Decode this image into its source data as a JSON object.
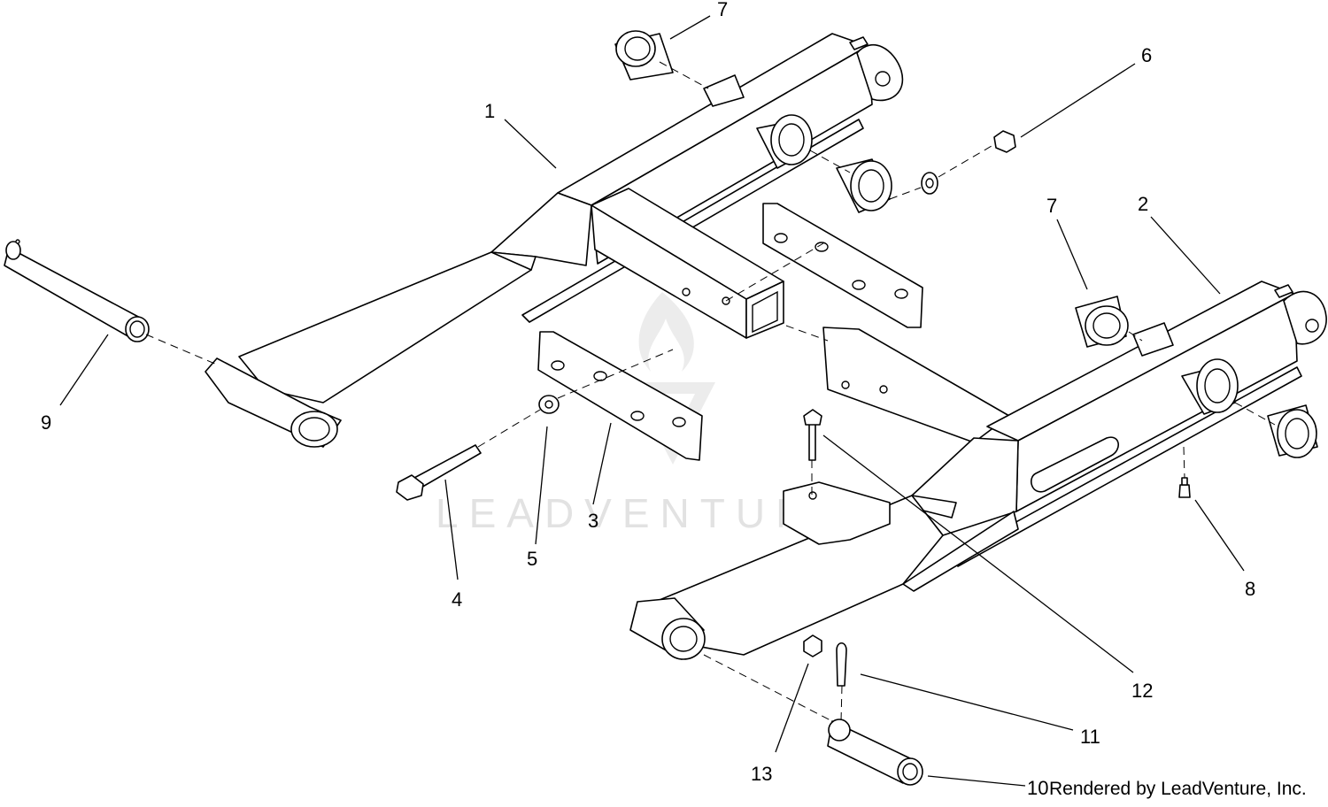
{
  "diagram": {
    "callouts": [
      {
        "id": "c1",
        "label": "1"
      },
      {
        "id": "c2",
        "label": "2"
      },
      {
        "id": "c3",
        "label": "3"
      },
      {
        "id": "c4",
        "label": "4"
      },
      {
        "id": "c5",
        "label": "5"
      },
      {
        "id": "c6",
        "label": "6"
      },
      {
        "id": "c7a",
        "label": "7"
      },
      {
        "id": "c7b",
        "label": "7"
      },
      {
        "id": "c8",
        "label": "8"
      },
      {
        "id": "c9",
        "label": "9"
      },
      {
        "id": "c10",
        "label": "10"
      },
      {
        "id": "c11",
        "label": "11"
      },
      {
        "id": "c12",
        "label": "12"
      },
      {
        "id": "c13",
        "label": "13"
      }
    ],
    "credit": "Rendered by LeadVenture, Inc.",
    "watermark": "LEADVENTURE"
  }
}
